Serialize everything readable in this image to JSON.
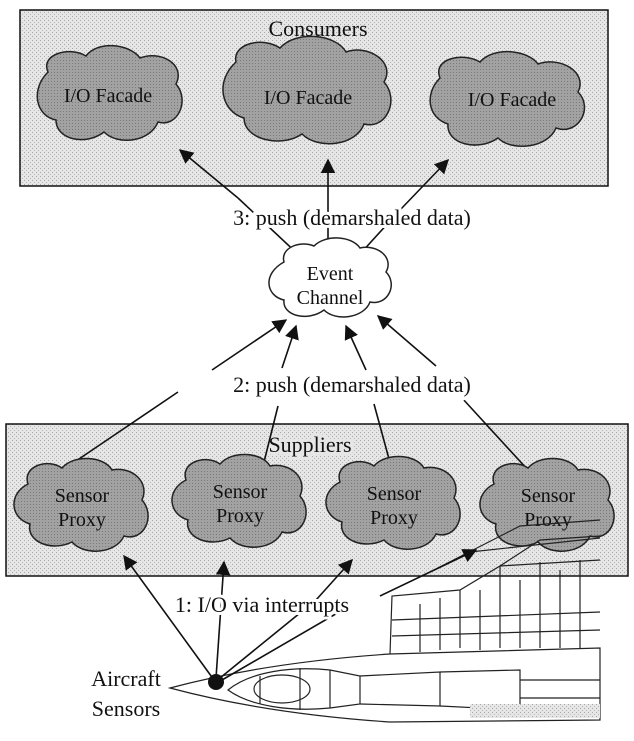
{
  "consumers": {
    "title": "Consumers",
    "facades": [
      "I/O Facade",
      "I/O Facade",
      "I/O Facade"
    ]
  },
  "event_channel": {
    "line1": "Event",
    "line2": "Channel"
  },
  "edge_labels": {
    "push_to_consumers": "3: push (demarshaled data)",
    "push_to_channel": "2: push (demarshaled data)",
    "io_interrupts": "1: I/O via interrupts"
  },
  "suppliers": {
    "title": "Suppliers",
    "proxies": [
      {
        "line1": "Sensor",
        "line2": "Proxy"
      },
      {
        "line1": "Sensor",
        "line2": "Proxy"
      },
      {
        "line1": "Sensor",
        "line2": "Proxy"
      },
      {
        "line1": "Sensor",
        "line2": "Proxy"
      }
    ]
  },
  "aircraft": {
    "line1": "Aircraft",
    "line2": "Sensors"
  },
  "colors": {
    "panel_fill": "#e4e4e4",
    "cloud_fill": "#9a9a9a",
    "stroke": "#111111"
  }
}
